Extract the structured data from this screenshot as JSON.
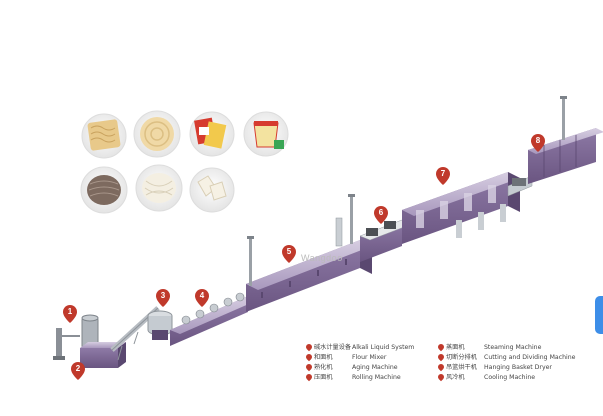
{
  "legend": {
    "items": [
      {
        "num": "1",
        "zh": "碱水计量设备",
        "en": "Alkali Liquid System"
      },
      {
        "num": "2",
        "zh": "和面机",
        "en": "Flour Mixer"
      },
      {
        "num": "3",
        "zh": "熟化机",
        "en": "Aging Machine"
      },
      {
        "num": "4",
        "zh": "压面机",
        "en": "Rolling Machine"
      },
      {
        "num": "5",
        "zh": "蒸面机",
        "en": "Steaming Machine"
      },
      {
        "num": "6",
        "zh": "切断分排机",
        "en": "Cutting and Dividing Machine"
      },
      {
        "num": "7",
        "zh": "吊篮烘干机",
        "en": "Hanging Basket Dryer"
      },
      {
        "num": "8",
        "zh": "风冷机",
        "en": "Cooling Machine"
      }
    ]
  },
  "markers": [
    "1",
    "2",
    "3",
    "4",
    "5",
    "6",
    "7",
    "8"
  ],
  "watermark": "Wangdoo",
  "colors": {
    "machine_body": "#7a6590",
    "machine_dark": "#5a4870",
    "machine_light": "#b8a9c9",
    "marker": "#c0392b",
    "marker_text": "#ffffff",
    "steel": "#9aa0a6",
    "tab": "#3d8ee8"
  },
  "thumbnails": [
    {
      "name": "fried-noodle-block-photo"
    },
    {
      "name": "round-noodle-cake-photo"
    },
    {
      "name": "noodle-packets-photo"
    },
    {
      "name": "cup-noodle-photo"
    },
    {
      "name": "dark-noodle-nest-photo"
    },
    {
      "name": "white-noodle-nest-photo"
    },
    {
      "name": "noodle-pieces-photo"
    }
  ]
}
